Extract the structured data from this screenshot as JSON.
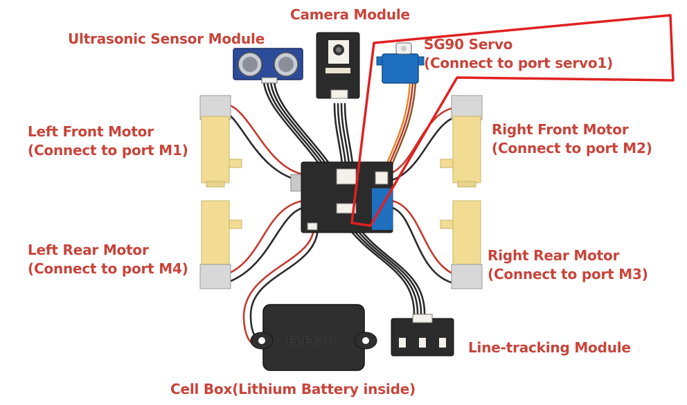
{
  "labels": {
    "camera": "Camera Module",
    "ultrasonic": "Ultrasonic Sensor Module",
    "servo_line1": "SG90 Servo",
    "servo_line2": "(Connect to port servo1)",
    "left_front_line1": "Left Front Motor",
    "left_front_line2": "(Connect to port M1)",
    "right_front_line1": "Right Front Motor",
    "right_front_line2": "(Connect to port M2)",
    "left_rear_line1": "Left Rear Motor",
    "left_rear_line2": "(Connect to port M4)",
    "right_rear_line1": "Right Rear Motor",
    "right_rear_line2": "(Connect to port M3)",
    "line_tracking": "Line-tracking Module",
    "cell_box": "Cell Box(Lithium Battery inside)"
  },
  "battery_brand": "ELEGOO",
  "colors": {
    "label": "#c8443a",
    "highlight": "#e02020",
    "motor_yellow": "#f2dc93",
    "wire_red": "#c43a2e",
    "wire_black": "#2a2a2a",
    "board": "#2b2b2b",
    "servo_blue": "#1f6fc1",
    "sensor_blue": "#2c4c9a"
  }
}
